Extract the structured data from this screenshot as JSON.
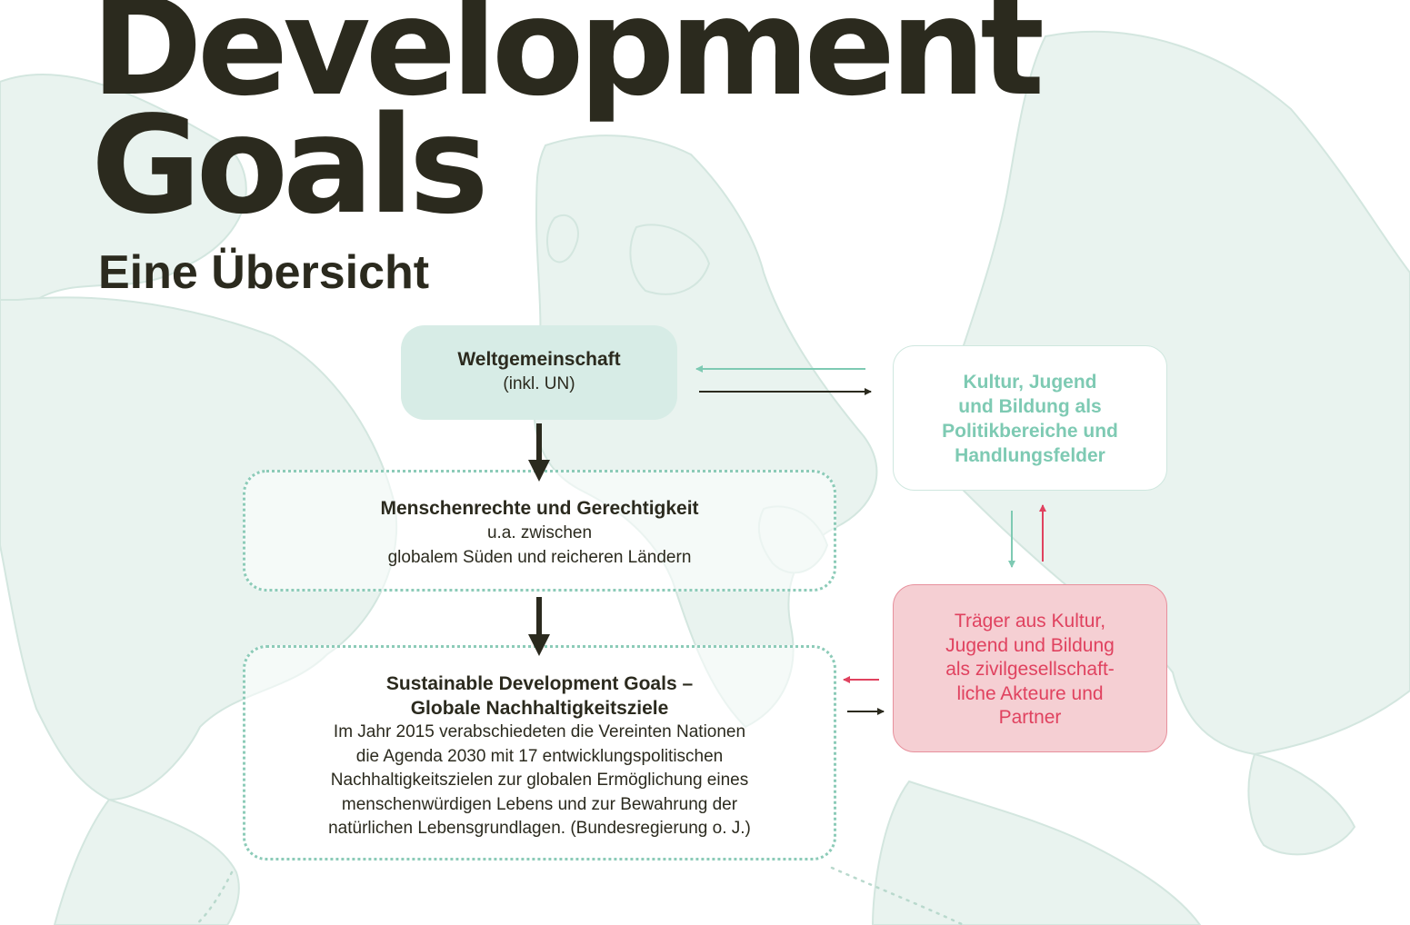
{
  "header": {
    "title_line_1": "Development",
    "title_line_2": "Goals",
    "subtitle": "Eine Übersicht"
  },
  "boxes": {
    "weltgemeinschaft": {
      "title": "Weltgemeinschaft",
      "subtitle": "(inkl. UN)"
    },
    "menschenrechte": {
      "title": "Menschenrechte und Gerechtigkeit",
      "lines": [
        "u.a. zwischen",
        "globalem Süden und reicheren Ländern"
      ]
    },
    "sdg": {
      "title_lines": [
        "Sustainable Development Goals –",
        "Globale Nachhaltigkeitsziele"
      ],
      "body_lines": [
        "Im Jahr 2015 verabschiedeten die Vereinten Nationen",
        "die Agenda 2030 mit 17 entwicklungspolitischen",
        "Nachhaltigkeitszielen zur globalen Ermöglichung eines",
        "menschenwürdigen Lebens und zur Bewahrung der",
        "natürlichen Lebensgrundlagen. (Bundesregierung o. J.)"
      ]
    },
    "kultur": {
      "lines": [
        "Kultur, Jugend",
        "und Bildung als",
        "Politikbereiche und",
        "Handlungsfelder"
      ]
    },
    "traeger": {
      "lines": [
        "Träger aus Kultur,",
        "Jugend und Bildung",
        "als zivilgesellschaft-",
        "liche Akteure und",
        "Partner"
      ]
    }
  },
  "colors": {
    "dark": "#2b2a1e",
    "teal": "#7ecab3",
    "teal_fill": "#d7ece6",
    "pink": "#e0425f",
    "pink_fill": "#f5cfd3",
    "map": "#e6f1ed"
  }
}
